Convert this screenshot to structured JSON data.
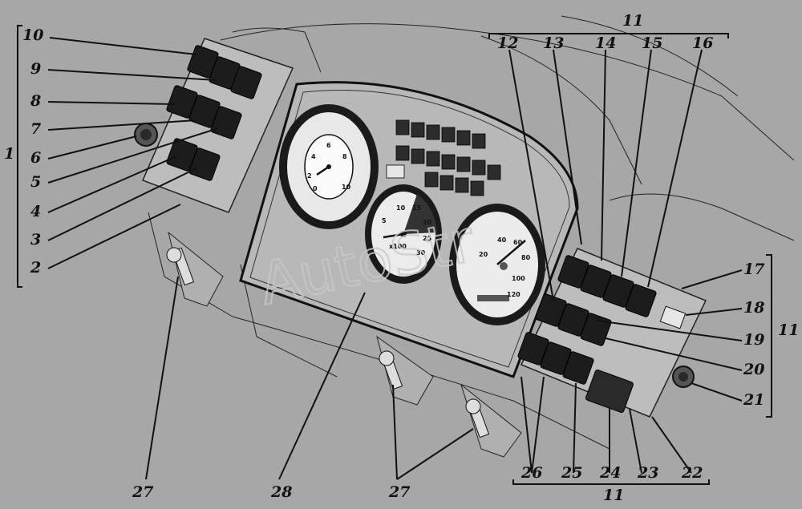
{
  "labels": {
    "l1": "1",
    "l2": "2",
    "l3": "3",
    "l4": "4",
    "l5": "5",
    "l6": "6",
    "l7": "7",
    "l8": "8",
    "l9": "9",
    "l10": "10",
    "l11_top": "11",
    "l11_right": "11",
    "l11_bottom": "11",
    "l12": "12",
    "l13": "13",
    "l14": "14",
    "l15": "15",
    "l16": "16",
    "l17": "17",
    "l18": "18",
    "l19": "19",
    "l20": "20",
    "l21": "21",
    "l22": "22",
    "l23": "23",
    "l24": "24",
    "l25": "25",
    "l26": "26",
    "l27_left": "27",
    "l27_center": "27",
    "l28": "28"
  },
  "watermark": "AutoStr",
  "gauges": {
    "tacho_ticks": [
      "5",
      "10",
      "15",
      "20",
      "25",
      "30"
    ],
    "tacho_unit": "x100",
    "speedo_ticks": [
      "20",
      "40",
      "60",
      "80",
      "100",
      "120"
    ],
    "small_dial_ticks": [
      "0",
      "2",
      "4",
      "6",
      "8",
      "10"
    ]
  },
  "colors": {
    "background": "#a7a7a7",
    "panel": "#b9b9b9",
    "ink": "#111111"
  }
}
